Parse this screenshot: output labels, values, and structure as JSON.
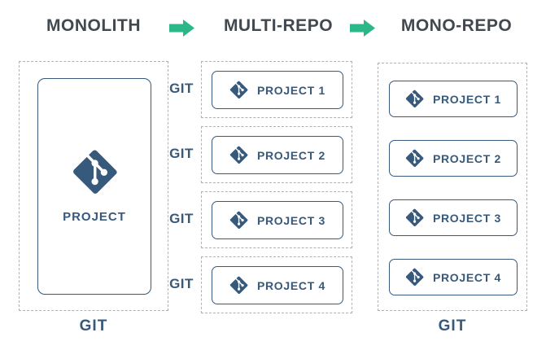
{
  "header": {
    "monolith": "MONOLITH",
    "multi_repo": "MULTI-REPO",
    "mono_repo": "MONO-REPO"
  },
  "colors": {
    "brand_blue": "#36597C",
    "arrow_green": "#2BB787",
    "header_text": "#41484F",
    "dashed_border": "#AEB1B4"
  },
  "icons": {
    "git": "git-logo-diamond",
    "arrow": "right-block-arrow"
  },
  "monolith": {
    "project_label": "PROJECT",
    "git_label": "GIT"
  },
  "multi_repo": {
    "rows": [
      {
        "git_label": "GIT",
        "project": "PROJECT 1"
      },
      {
        "git_label": "GIT",
        "project": "PROJECT 2"
      },
      {
        "git_label": "GIT",
        "project": "PROJECT 3"
      },
      {
        "git_label": "GIT",
        "project": "PROJECT 4"
      }
    ]
  },
  "mono_repo": {
    "projects": [
      "PROJECT 1",
      "PROJECT 2",
      "PROJECT 3",
      "PROJECT 4"
    ],
    "git_label": "GIT"
  }
}
